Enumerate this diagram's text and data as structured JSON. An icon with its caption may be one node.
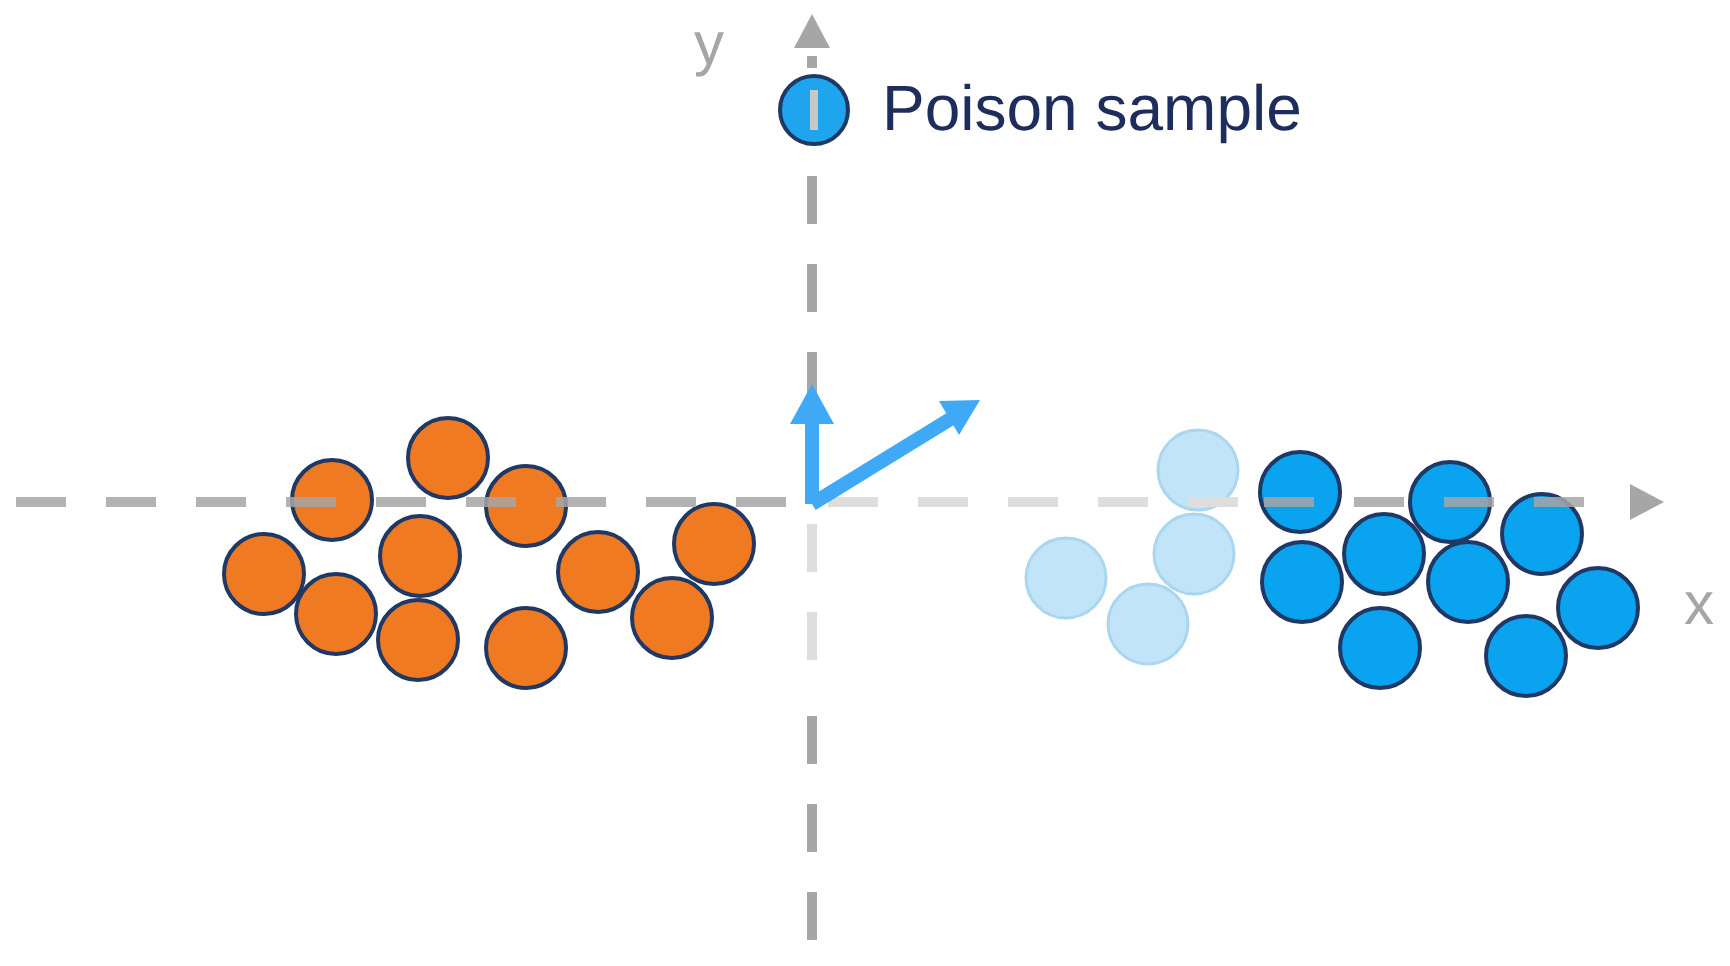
{
  "diagram": {
    "labels": [
      "y",
      "x"
    ],
    "legend": [
      {
        "text": "Poison sample",
        "color": "#1ea5ee"
      }
    ]
  }
}
